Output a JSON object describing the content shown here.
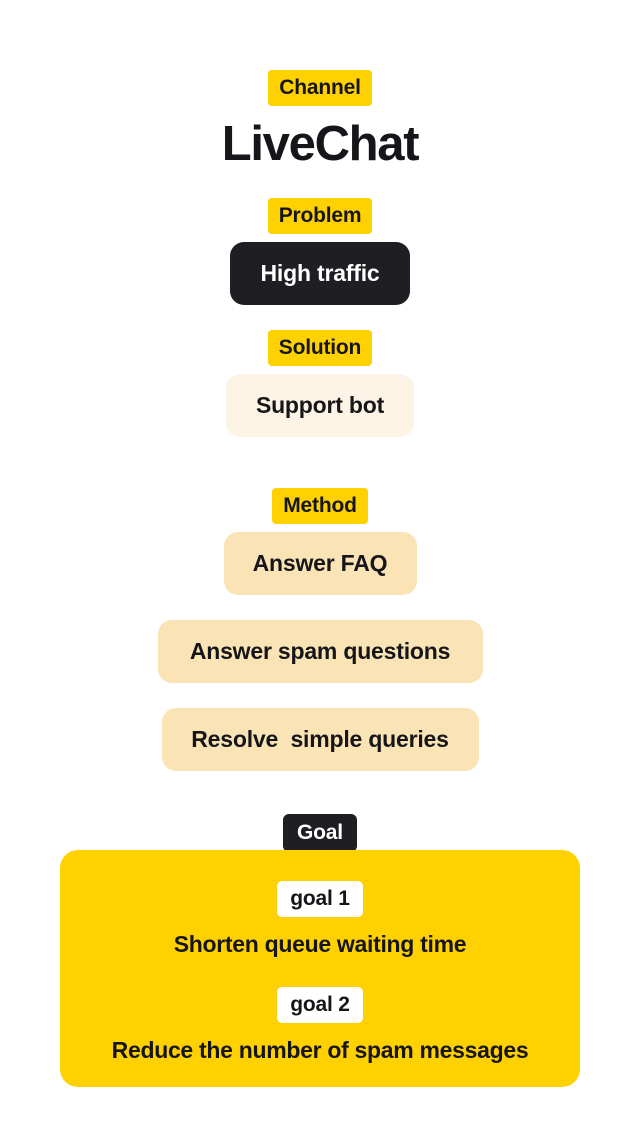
{
  "page": {
    "background": "#FFFFFF",
    "accent_yellow": "#FFD100",
    "dark": "#1E1E23",
    "cream": "#FDF4E6",
    "tan": "#FAE3B4"
  },
  "channel": {
    "badge": "Channel",
    "title": "LiveChat"
  },
  "problem": {
    "badge": "Problem",
    "card": "High traffic"
  },
  "solution": {
    "badge": "Solution",
    "card": "Support bot"
  },
  "method": {
    "badge": "Method",
    "cards": [
      "Answer FAQ",
      "Answer spam questions",
      "Resolve  simple queries"
    ]
  },
  "goal": {
    "badge": "Goal",
    "items": [
      {
        "label": "goal 1",
        "text": "Shorten queue waiting time"
      },
      {
        "label": "goal 2",
        "text": "Reduce the number of spam messages"
      }
    ]
  }
}
